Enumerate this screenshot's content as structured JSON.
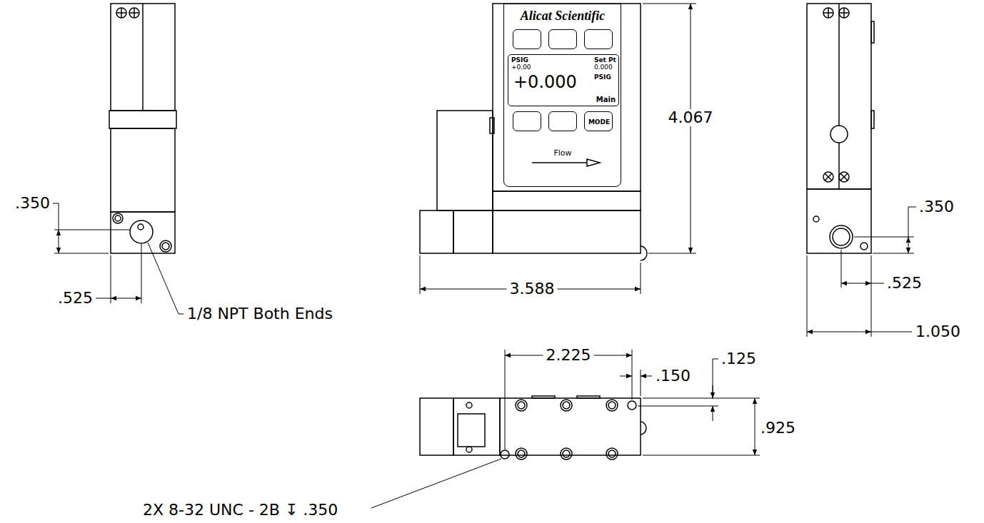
{
  "diagram": {
    "nodes": [
      {
        "text": [
          "Alicat Scientific",
          "Flow"
        ]
      },
      {
        "text": [
          "PSIG",
          "+0.00",
          "Set Pt",
          "0.000",
          "PSIG",
          "+0.000",
          "Main"
        ],
        "in": 0
      },
      {
        "text": [
          "MODE"
        ],
        "in": 0
      }
    ],
    "labels": [
      ".350",
      ".525",
      "1/8 NPT Both Ends",
      "3.588",
      "4.067",
      ".350",
      ".525",
      "1.050",
      "2.225",
      ".150",
      ".125",
      ".925",
      "2X 8-32 UNC - 2B ↧ .350"
    ]
  }
}
